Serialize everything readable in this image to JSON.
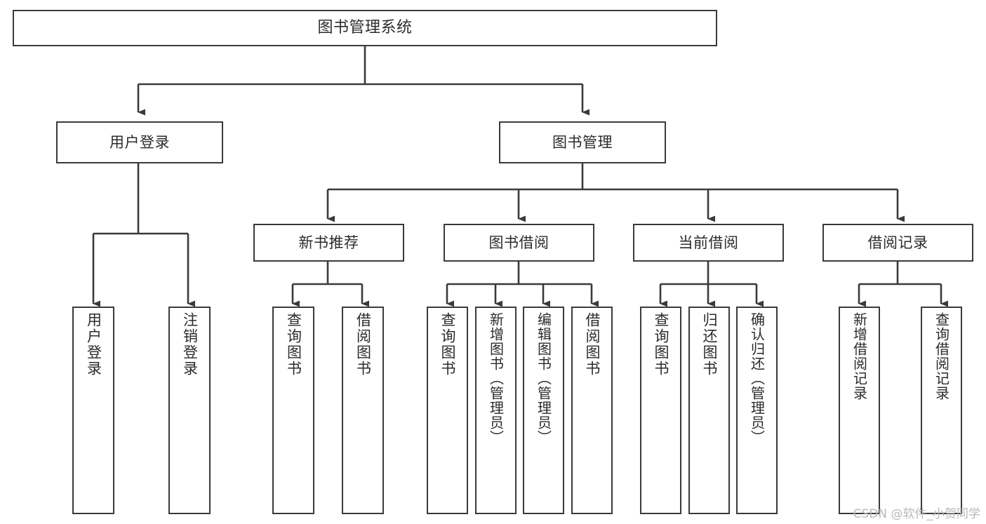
{
  "diagram": {
    "type": "tree-hierarchy",
    "title": "图书管理系统",
    "orientation": "top-down",
    "colors": {
      "box_border": "#3a3a3a",
      "box_fill": "#ffffff",
      "edge": "#3a3a3a",
      "text": "#2b2b2b",
      "watermark": "#b8b8b8",
      "background": "#ffffff"
    },
    "nodes": {
      "root": {
        "label": "图书管理系统"
      },
      "level2": [
        {
          "id": "user-login",
          "label": "用户登录"
        },
        {
          "id": "book-manage",
          "label": "图书管理"
        }
      ],
      "level3": [
        {
          "id": "new-book-recommend",
          "label": "新书推荐"
        },
        {
          "id": "book-borrow",
          "label": "图书借阅"
        },
        {
          "id": "current-borrow",
          "label": "当前借阅"
        },
        {
          "id": "borrow-record",
          "label": "借阅记录"
        }
      ],
      "leaves": {
        "user-login": [
          {
            "id": "leaf-user-login",
            "label": "用户登录"
          },
          {
            "id": "leaf-user-logout",
            "label": "注销登录"
          }
        ],
        "new-book-recommend": [
          {
            "id": "leaf-query-book-1",
            "label": "查询图书"
          },
          {
            "id": "leaf-borrow-book-1",
            "label": "借阅图书"
          }
        ],
        "book-borrow": [
          {
            "id": "leaf-query-book-2",
            "label": "查询图书"
          },
          {
            "id": "leaf-add-book",
            "label": "新增图书（管理员）"
          },
          {
            "id": "leaf-edit-book",
            "label": "编辑图书（管理员）"
          },
          {
            "id": "leaf-borrow-book-2",
            "label": "借阅图书"
          }
        ],
        "current-borrow": [
          {
            "id": "leaf-query-book-3",
            "label": "查询图书"
          },
          {
            "id": "leaf-return-book",
            "label": "归还图书"
          },
          {
            "id": "leaf-confirm-return",
            "label": "确认归还（管理员）"
          }
        ],
        "borrow-record": [
          {
            "id": "leaf-add-record",
            "label": "新增借阅记录"
          },
          {
            "id": "leaf-query-record",
            "label": "查询借阅记录"
          }
        ]
      }
    }
  },
  "watermark": {
    "text": "CSDN @软件_小贺同学"
  }
}
